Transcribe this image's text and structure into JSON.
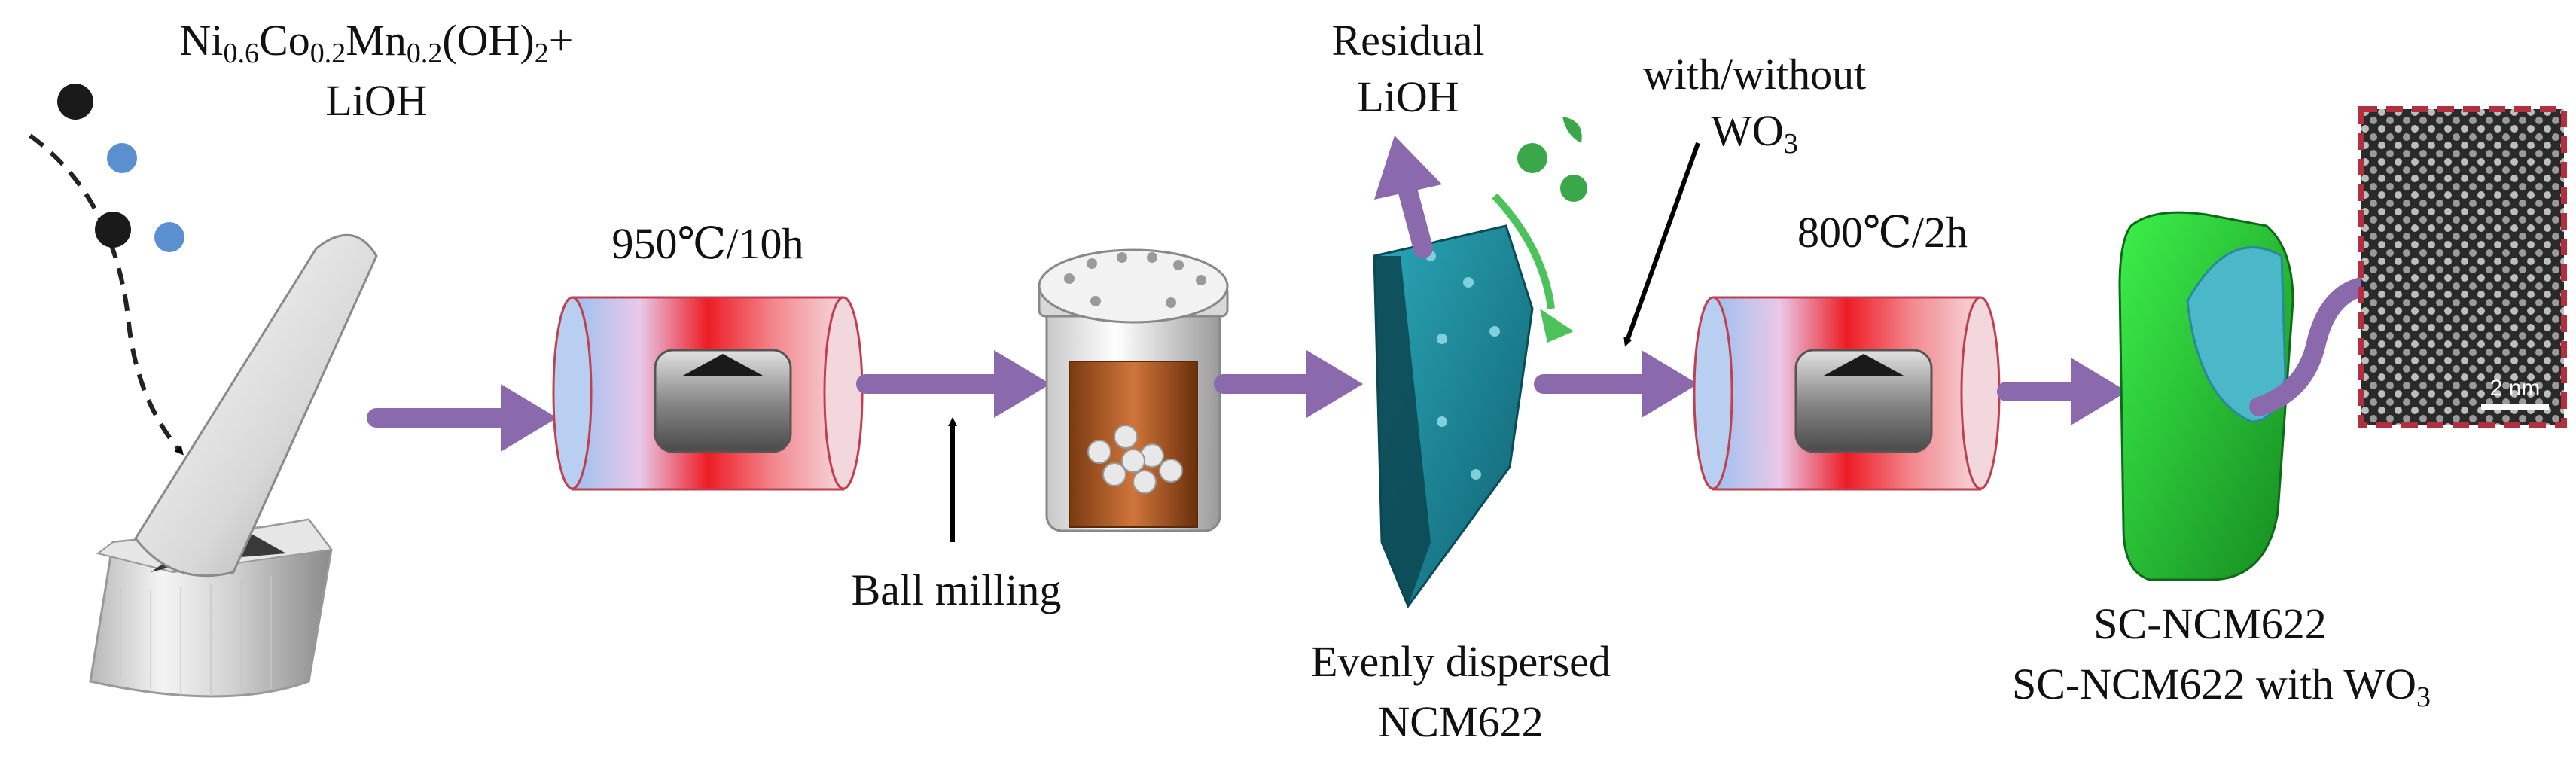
{
  "steps": {
    "precursor": {
      "ni": "Ni",
      "ni_sub": "0.6",
      "co": "Co",
      "co_sub": "0.2",
      "mn": "Mn",
      "mn_sub": "0.2",
      "hydroxide": "(OH)",
      "hydroxide_sub": "2",
      "plus": "+",
      "lioh": "LiOH"
    },
    "calcination1": "950℃/10h",
    "ball_milling": "Ball milling",
    "residual_line1": "Residual",
    "residual_line2": "LiOH",
    "dispersed_line1": "Evenly dispersed",
    "dispersed_line2": "NCM622",
    "with_without": "with/without",
    "wo3": "WO",
    "wo3_sub": "3",
    "calcination2": "800℃/2h",
    "product_line1": "SC-NCM622",
    "product_line2_prefix": "SC-NCM622 with WO",
    "product_line2_sub": "3",
    "scale_bar": "2 nm"
  },
  "colors": {
    "arrow": "#8a6aad",
    "furnace_red": "#e8202a",
    "furnace_blue": "#8fb4e8",
    "particle_teal": "#1f8fa0",
    "product_green": "#2fd33a",
    "product_core": "#4ab8c8",
    "wo3_dots": "#3aa84a",
    "metal_black": "#1a1a1a",
    "metal_blue": "#5a8fd0"
  },
  "icons": [
    "mortar-and-pestle",
    "tube-furnace",
    "ball-mill-jar",
    "crystal-particle",
    "hrtem-image"
  ]
}
